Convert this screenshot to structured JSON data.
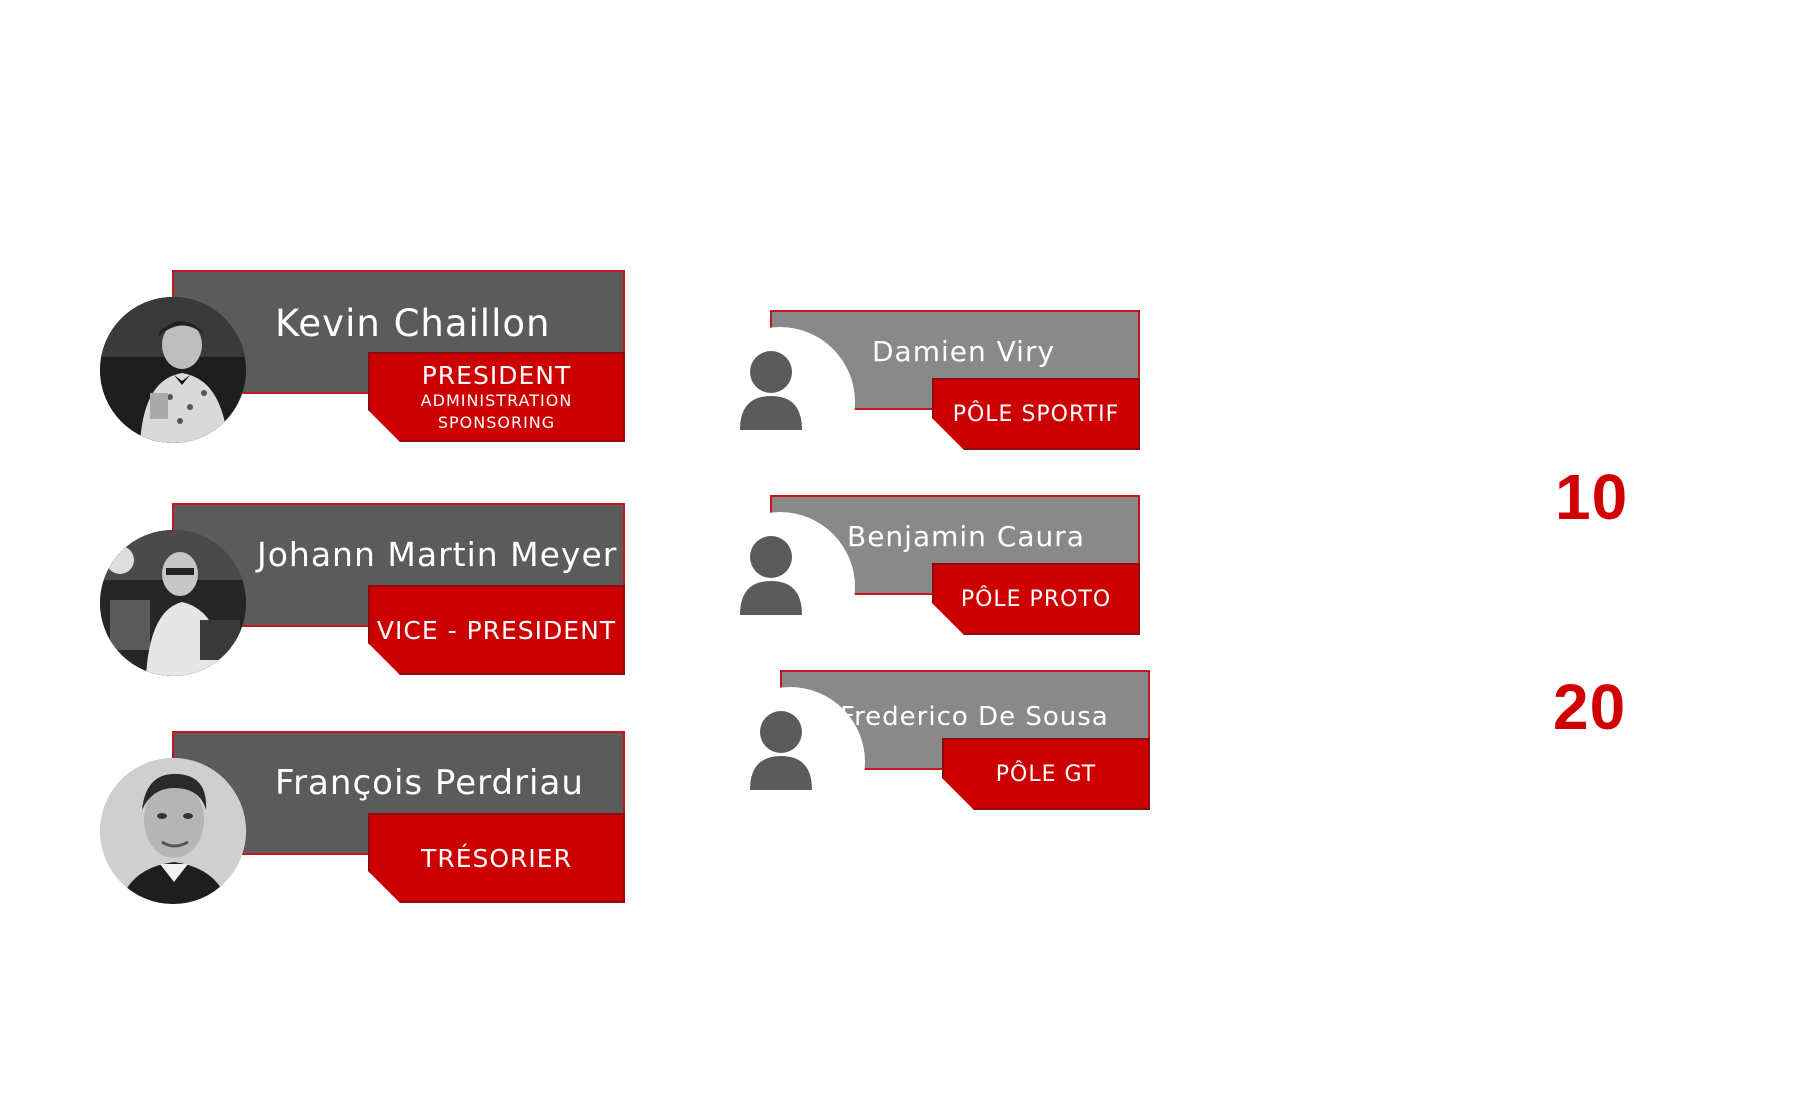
{
  "board": [
    {
      "name": "Kevin Chaillon",
      "role": "PRESIDENT",
      "sub1": "ADMINISTRATION",
      "sub2": "SPONSORING"
    },
    {
      "name": "Johann Martin Meyer",
      "role": "VICE - PRESIDENT"
    },
    {
      "name": "François Perdriau",
      "role": "TRÉSORIER"
    }
  ],
  "poles": [
    {
      "name": "Damien Viry",
      "role": "PÔLE SPORTIF"
    },
    {
      "name": "Benjamin Caura",
      "role": "PÔLE PROTO"
    },
    {
      "name": "Frederico De Sousa",
      "role": "PÔLE GT"
    }
  ],
  "stats": [
    "10",
    "20"
  ],
  "colors": {
    "accent": "#cc0000",
    "dark_bar": "#5c5b5c",
    "light_bar": "#8a898a",
    "number": "#d10000"
  }
}
